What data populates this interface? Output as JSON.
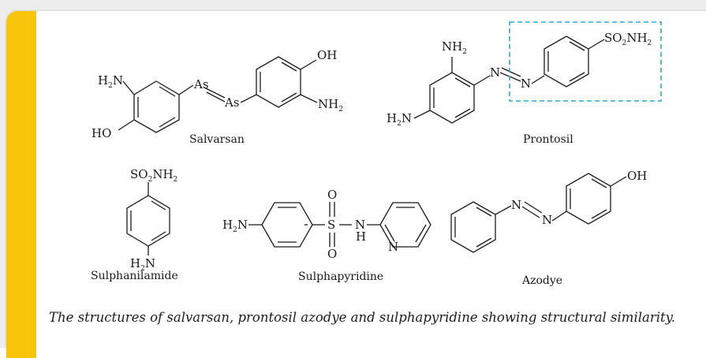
{
  "compounds": {
    "salvarsan": {
      "name": "Salvarsan",
      "groups": {
        "nh2_left": "H",
        "nh2_left_n": "N",
        "ho": "HO",
        "as1": "As",
        "as2": "As",
        "oh": "OH",
        "nh2_right": "NH",
        "two": "2"
      }
    },
    "prontosil": {
      "name": "Prontosil",
      "groups": {
        "nh2_top": "NH",
        "h2n_bottom": "N",
        "h_prefix": "H",
        "n1": "N",
        "n2": "N",
        "so2nh2": "SO",
        "nh2_tail": "NH",
        "two": "2"
      }
    },
    "sulphanilamide": {
      "name": "Sulphanilamide",
      "groups": {
        "so2nh2": "SO",
        "nh2_tail": "NH",
        "h": "H",
        "n": "N",
        "two": "2"
      }
    },
    "sulphapyridine": {
      "name": "Sulphapyridine",
      "groups": {
        "h": "H",
        "n_amine": "N",
        "s": "S",
        "o_top": "O",
        "o_bottom": "O",
        "n_link": "N",
        "h_link": "H",
        "n_ring": "N",
        "two": "2"
      }
    },
    "azodye": {
      "name": "Azodye",
      "groups": {
        "n1": "N",
        "n2": "N",
        "oh": "OH"
      }
    }
  },
  "highlight_color": "#29a9e0",
  "accent_color": "#f9c50a",
  "caption": "The structures of salvarsan, prontosil azodye and sulphapyridine showing structural similarity."
}
